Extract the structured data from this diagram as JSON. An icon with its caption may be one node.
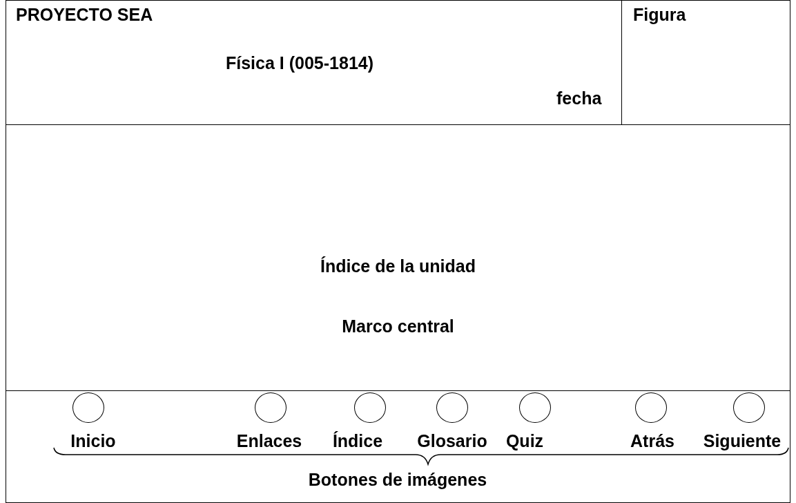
{
  "diagram": {
    "nodes": [
      {
        "text": [
          "PROYECTO SEA",
          "Física I (005-1814)",
          "fecha"
        ]
      },
      {
        "text": [
          "Figura"
        ]
      },
      {
        "text": [
          "Índice de la unidad",
          "Marco central"
        ]
      },
      {
        "text": [],
        "shape": "circle",
        "beside": [
          "Inicio"
        ]
      },
      {
        "text": [],
        "shape": "circle",
        "beside": [
          "Enlaces"
        ]
      },
      {
        "text": [],
        "shape": "circle",
        "beside": [
          "Índice"
        ]
      },
      {
        "text": [],
        "shape": "circle",
        "beside": [
          "Glosario"
        ]
      },
      {
        "text": [],
        "shape": "circle",
        "beside": [
          "Quiz"
        ]
      },
      {
        "text": [],
        "shape": "circle",
        "beside": [
          "Atrás"
        ]
      },
      {
        "text": [],
        "shape": "circle",
        "beside": [
          "Siguiente"
        ]
      }
    ],
    "labels": [
      "Botones de imágenes"
    ]
  }
}
